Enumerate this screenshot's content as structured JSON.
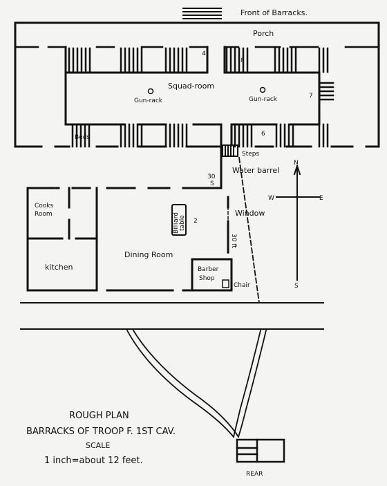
{
  "front_label": "Front of Barracks.",
  "rooms": {
    "porch": "Porch",
    "squad_room": "Squad-room",
    "gun_rack_left": "Gun-rack",
    "gun_rack_right": "Gun-rack",
    "beds": "Beds",
    "steps": "Steps",
    "water_barrel": "Water barrel",
    "cooks_room_line1": "Cooks",
    "cooks_room_line2": "Room",
    "kitchen": "kitchen",
    "billiard_table_line1": "Billiard",
    "billiard_table_line2": "table",
    "window": "Window",
    "dining_room": "Dining Room",
    "barber_shop_line1": "Barber",
    "barber_shop_line2": "Shop",
    "chair": "Chair",
    "rear": "REAR"
  },
  "markers": {
    "m4": "4",
    "m8": "8",
    "m7": "7",
    "m6": "6",
    "m2": "2",
    "m30_top": "30",
    "m30_bot": "S",
    "m30ft": "30 ft"
  },
  "compass": {
    "n": "N",
    "s": "S",
    "e": "E",
    "w": "W"
  },
  "title": {
    "line1": "ROUGH PLAN",
    "line2": "BARRACKS OF TROOP F. 1ST CAV.",
    "line3": "SCALE",
    "line4": "1 inch=about 12 feet."
  }
}
